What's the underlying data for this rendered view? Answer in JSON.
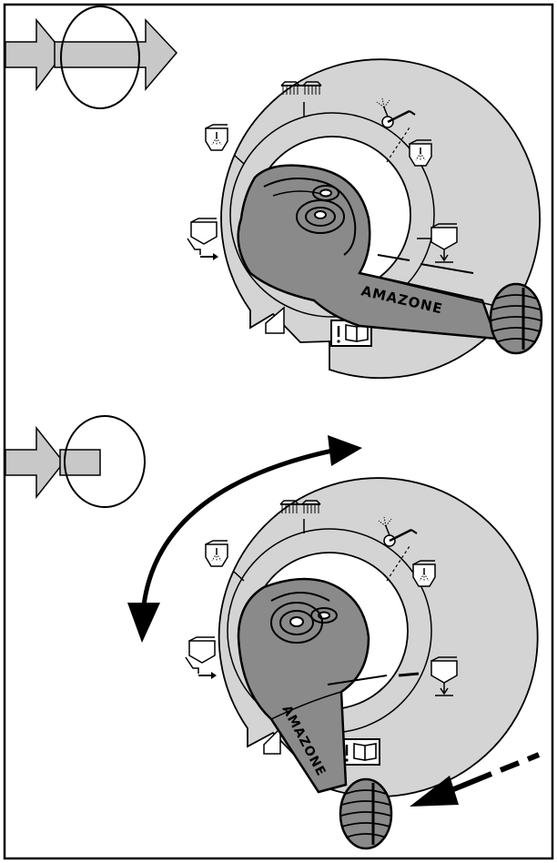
{
  "figure": {
    "brand_text": "AMAZONE",
    "colors": {
      "disc": "#d4d4d4",
      "knob": "#8a8a8a",
      "knob_dark": "#5c5c5c",
      "arrow_fill": "#c8c8c8",
      "outline": "#000000"
    },
    "panels": [
      {
        "id": "top",
        "step": "push-and-hold",
        "icons": [
          "boom-nozzles-icon",
          "tank-nozzle-icon",
          "tank-outlet-icon",
          "tank-drain-icon",
          "hand-sprayer-icon",
          "tank-nozzle-icon",
          "manual-book-icon"
        ]
      },
      {
        "id": "bottom",
        "step": "release-and-rotate",
        "icons": [
          "boom-nozzles-icon",
          "tank-nozzle-icon",
          "tank-outlet-icon",
          "tank-drain-icon",
          "hand-sprayer-icon",
          "tank-nozzle-icon",
          "manual-book-icon"
        ]
      }
    ]
  }
}
